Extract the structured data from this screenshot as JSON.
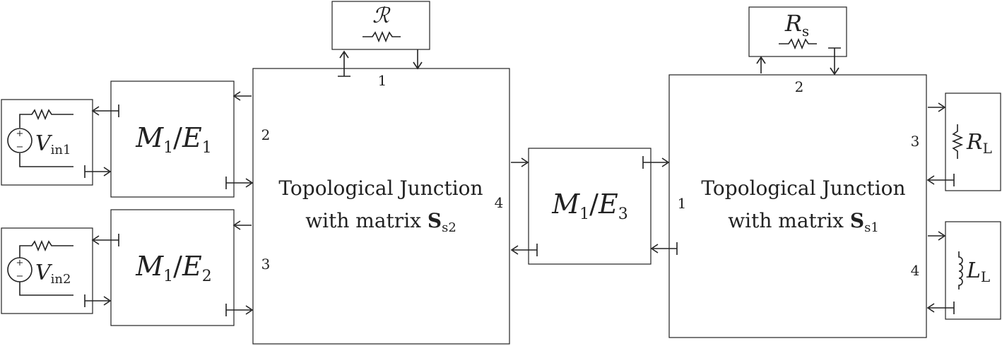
{
  "blocks": {
    "reflection_resistor": {
      "symbol": "ℛ"
    },
    "source_resistor": {
      "symbol": "R",
      "subscript": "s"
    },
    "converter1": {
      "m": "M",
      "m_sub": "1",
      "slash": "/",
      "e": "E",
      "e_sub": "1"
    },
    "converter2": {
      "m": "M",
      "m_sub": "1",
      "slash": "/",
      "e": "E",
      "e_sub": "2"
    },
    "converter3": {
      "m": "M",
      "m_sub": "1",
      "slash": "/",
      "e": "E",
      "e_sub": "3"
    },
    "source1": {
      "symbol": "V",
      "subscript": "in1"
    },
    "source2": {
      "symbol": "V",
      "subscript": "in2"
    },
    "load_resistor": {
      "symbol": "R",
      "subscript": "L"
    },
    "load_inductor": {
      "symbol": "L",
      "subscript": "L"
    }
  },
  "junction_left": {
    "line1": "Topological Junction",
    "line2_prefix": "with matrix ",
    "matrix_symbol": "S",
    "matrix_subscript": "s2",
    "ports": {
      "top": "1",
      "left_upper": "2",
      "left_lower": "3",
      "right": "4"
    }
  },
  "junction_right": {
    "line1": "Topological Junction",
    "line2_prefix": "with matrix ",
    "matrix_symbol": "S",
    "matrix_subscript": "s1",
    "ports": {
      "left": "1",
      "top": "2",
      "right_upper": "3",
      "right_lower": "4"
    }
  },
  "polarity": {
    "plus": "+",
    "minus": "−"
  }
}
